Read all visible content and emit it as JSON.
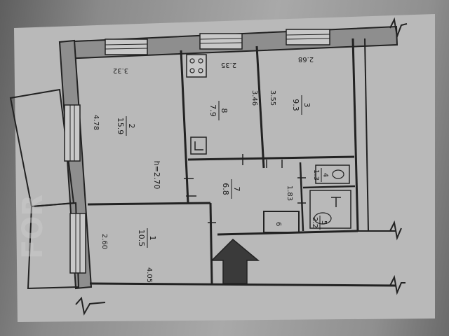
{
  "plan": {
    "rooms": [
      {
        "id": "1",
        "number": "1",
        "area": "10.5"
      },
      {
        "id": "2",
        "number": "2",
        "area": "15.9"
      },
      {
        "id": "3",
        "number": "3",
        "area": "9.3"
      },
      {
        "id": "4",
        "number": "4",
        "area": "1.3"
      },
      {
        "id": "5",
        "number": "5",
        "area": "2.2"
      },
      {
        "id": "6",
        "number": "6",
        "area": ""
      },
      {
        "id": "7",
        "number": "7",
        "area": "6.8"
      },
      {
        "id": "8",
        "number": "8",
        "area": "7.9"
      }
    ],
    "dimensions": {
      "d478": "4.78",
      "d260": "2.60",
      "d405": "4.05",
      "d332": "3.32",
      "d235": "2.35",
      "d268": "2.68",
      "d346": "3.46",
      "d355": "3.55",
      "d183": "1.83"
    },
    "ceiling_height": "h=2.70",
    "watermark": "FOR"
  },
  "colors": {
    "wall": "#222222",
    "paper": "#b8b8b8",
    "wall_fill": "#9a9a9a"
  }
}
